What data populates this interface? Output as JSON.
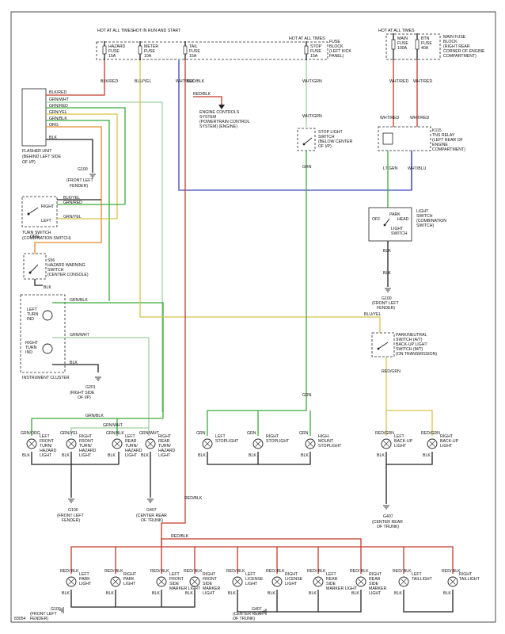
{
  "top": {
    "hot_at_all_times_1": "HOT AT ALL TIMES",
    "hot_in_run_start": "HOT IN RUN AND START",
    "hot_at_all_times_2": "HOT AT ALL TIMES",
    "hot_at_all_times_3": "HOT AT ALL TIMES",
    "hazard_fuse": [
      "HAZARD",
      "FUSE",
      "15A"
    ],
    "meter_fuse": [
      "METER",
      "FUSE",
      "10A"
    ],
    "tail_fuse": [
      "TAIL",
      "FUSE",
      "15A"
    ],
    "stop_fuse": [
      "STOP",
      "FUSE",
      "15A"
    ],
    "fuse_block": [
      "FUSE",
      "BLOCK",
      "(LEFT KICK",
      "PANEL)"
    ],
    "main_fuse": [
      "MAIN",
      "FUSE",
      "100A"
    ],
    "btn_fuse": [
      "BTN",
      "FUSE",
      "40A"
    ],
    "main_fuse_block": [
      "MAIN FUSE",
      "BLOCK",
      "(RIGHT REAR",
      "CORNER OF ENGINE",
      "COMPARTMENT)"
    ]
  },
  "wires": {
    "blk_red": "BLK/RED",
    "grn_wht": "GRN/WHT",
    "grn_red": "GRN/RED",
    "grn_yel": "GRN/YEL",
    "grn_blk": "GRN/BLK",
    "org": "ORG",
    "blk": "BLK",
    "blu_yel": "BLU/YEL",
    "wht_blk": "WHT/BLK",
    "red_blk": "RED/BLK",
    "wht_grn": "WHT/GRN",
    "wht_red": "WHT/RED",
    "wht_blu": "WHT/BLU",
    "lt_grn": "LT GRN",
    "red_grn": "RED/GRN",
    "grn": "GRN",
    "blk_yel": "BLK/YEL",
    "red_blk_slash": "RED/",
    "red_blk_slash2": "BLK"
  },
  "components": {
    "flasher": [
      "FLASHER UNIT",
      "(BEHIND LEFT SIDE",
      "OF I/P)"
    ],
    "ground_g100_a": [
      "G100",
      "(FRONT LEFT",
      "FENDER)"
    ],
    "turn_switch": [
      "TURN SWITCH",
      "(COMBINATION SWITCH)"
    ],
    "turn_right": "RIGHT",
    "turn_left": "LEFT",
    "hazard_switch": [
      "S56",
      "HAZARD WARNING",
      "SWITCH",
      "(CENTER CONSOLE)"
    ],
    "left_turn_ind": [
      "LEFT",
      "TURN",
      "IND"
    ],
    "right_turn_ind": [
      "RIGHT",
      "TURN",
      "IND"
    ],
    "instrument_cluster": "INSTRUMENT CLUSTER",
    "ground_g201": [
      "G201",
      "(RIGHT SIDE",
      "OF I/P)"
    ],
    "engine_controls": [
      "ENGINE CONTROLS",
      "SYSTEM",
      "(POWERTRAIN CONTROL",
      "SYSTEM) (ENGINE)"
    ],
    "stop_light_switch": [
      "STOP LIGHT",
      "SWITCH",
      "(BELOW CENTER",
      "OF I/P)"
    ],
    "tns_relay": [
      "K115",
      "TNS RELAY",
      "(LEFT REAR OF",
      "ENGINE",
      "COMPARTMENT)"
    ],
    "light_switch": [
      "LIGHT",
      "SWITCH",
      "(COMBINATION",
      "SWITCH)"
    ],
    "light_off": "OFF",
    "light_park": "PARK",
    "light_head": "HEAD",
    "light_switch_label": [
      "LIGHT",
      "SWITCH"
    ],
    "ground_g100_b": [
      "G100",
      "(FRONT LEFT",
      "FENDER)"
    ],
    "park_neutral": [
      "PARK/NEUTRAL",
      "SWITCH (A/T)",
      "BACK-UP LIGHT",
      "SWITCH (M/T)",
      "(ON TRANSMISSION)"
    ],
    "ground_g100_c": [
      "G100",
      "(FRONT LEFT",
      "FENDER)"
    ],
    "ground_g407_a": [
      "G407",
      "(CENTER REAR",
      "OF TRUNK)"
    ],
    "ground_g407_b": [
      "G407",
      "(CENTER REAR",
      "OF TRUNK)"
    ],
    "ground_g100_d": [
      "G100",
      "(FRONT LEFT",
      "FENDER)"
    ],
    "ground_g407_c": [
      "G407",
      "(CENTER REAR",
      "OF TRUNK)"
    ]
  },
  "lamps": {
    "lf_turn": [
      "LEFT",
      "FRONT",
      "TURN/",
      "HAZARD",
      "LIGHT"
    ],
    "rf_turn": [
      "RIGHT",
      "FRONT",
      "TURN/",
      "HAZARD",
      "LIGHT"
    ],
    "lr_turn": [
      "LEFT",
      "REAR",
      "TURN/",
      "HAZARD",
      "LIGHT"
    ],
    "rr_turn": [
      "RIGHT",
      "REAR",
      "TURN/",
      "HAZARD",
      "LIGHT"
    ],
    "left_stop": [
      "LEFT",
      "STOPLIGHT"
    ],
    "right_stop": [
      "RIGHT",
      "STOPLIGHT"
    ],
    "high_stop": [
      "HIGH-",
      "MOUNT",
      "STOPLIGHT"
    ],
    "left_backup": [
      "LEFT",
      "BACK-UP",
      "LIGHT"
    ],
    "right_backup": [
      "RIGHT",
      "BACK-UP",
      "LIGHT"
    ],
    "left_park": [
      "LEFT",
      "PARK",
      "LIGHT"
    ],
    "right_park": [
      "RIGHT",
      "PARK",
      "LIGHT"
    ],
    "lf_marker": [
      "LEFT",
      "FRONT",
      "SIDE",
      "MARKER LIGHT"
    ],
    "rf_marker": [
      "RIGHT",
      "FRONT",
      "SIDE",
      "MARKER",
      "LIGHT"
    ],
    "left_license": [
      "LEFT",
      "LICENSE",
      "LIGHT"
    ],
    "right_license": [
      "RIGHT",
      "LICENSE",
      "LIGHT"
    ],
    "lr_marker": [
      "LEFT",
      "REAR",
      "SIDE",
      "MARKER LIGHT"
    ],
    "rr_marker": [
      "RIGHT",
      "REAR",
      "SIDE",
      "MARKER",
      "LIGHT"
    ],
    "left_tail": [
      "LEFT",
      "TAILLIGHT"
    ],
    "right_tail": [
      "RIGHT",
      "TAILLIGHT"
    ]
  },
  "figure_id": "83054"
}
